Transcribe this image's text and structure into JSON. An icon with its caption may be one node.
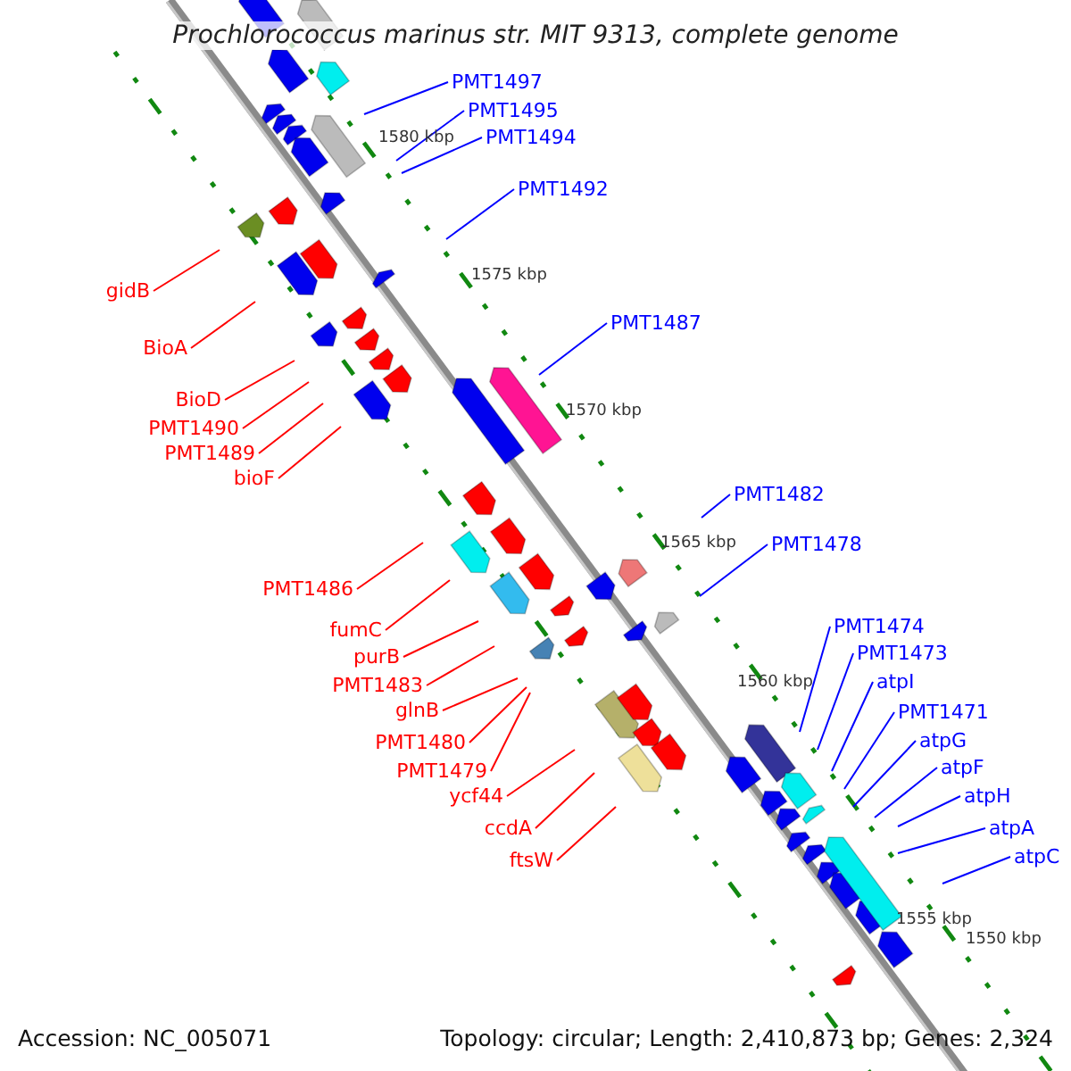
{
  "diagram": {
    "title": "Prochlorococcus marinus str. MIT 9313, complete genome",
    "nodes": [
      {
        "text": [
          "PMT1497"
        ]
      },
      {
        "text": [
          "PMT1495"
        ]
      },
      {
        "text": [
          "PMT1494"
        ]
      },
      {
        "text": [
          "PMT1492"
        ]
      },
      {
        "text": [
          "gidB"
        ]
      },
      {
        "text": [
          "PMT1487"
        ]
      },
      {
        "text": [
          "BioA"
        ]
      },
      {
        "text": [
          "BioD"
        ]
      },
      {
        "text": [
          "PMT1490"
        ]
      },
      {
        "text": [
          "PMT1489"
        ]
      },
      {
        "text": [
          "bioF"
        ]
      },
      {
        "text": [
          "PMT1482"
        ]
      },
      {
        "text": [
          "PMT1478"
        ]
      },
      {
        "text": [
          "PMT1486"
        ]
      },
      {
        "text": [
          "PMT1474"
        ]
      },
      {
        "text": [
          "fumC"
        ]
      },
      {
        "text": [
          "PMT1473"
        ]
      },
      {
        "text": [
          "purB"
        ]
      },
      {
        "text": [
          "atpI"
        ]
      },
      {
        "text": [
          "PMT1483"
        ]
      },
      {
        "text": [
          "PMT1471"
        ]
      },
      {
        "text": [
          "glnB"
        ]
      },
      {
        "text": [
          "atpG"
        ]
      },
      {
        "text": [
          "PMT1480"
        ]
      },
      {
        "text": [
          "atpF"
        ]
      },
      {
        "text": [
          "PMT1479"
        ]
      },
      {
        "text": [
          "atpH"
        ]
      },
      {
        "text": [
          "ycf44"
        ]
      },
      {
        "text": [
          "atpA"
        ]
      },
      {
        "text": [
          "ccdA"
        ]
      },
      {
        "text": [
          "atpC"
        ]
      },
      {
        "text": [
          "ftsW"
        ]
      }
    ],
    "edges": [
      {
        "from": 0,
        "to": null,
        "arrow": "none",
        "color": "#0000ff"
      },
      {
        "from": 1,
        "to": null,
        "arrow": "none",
        "color": "#0000ff"
      },
      {
        "from": 2,
        "to": null,
        "arrow": "none",
        "color": "#0000ff"
      },
      {
        "from": 3,
        "to": null,
        "arrow": "none",
        "color": "#0000ff"
      },
      {
        "from": 4,
        "to": null,
        "arrow": "none",
        "color": "#ff0000"
      },
      {
        "from": 5,
        "to": null,
        "arrow": "none",
        "color": "#0000ff"
      },
      {
        "from": 6,
        "to": null,
        "arrow": "none",
        "color": "#ff0000"
      },
      {
        "from": 7,
        "to": null,
        "arrow": "none",
        "color": "#ff0000"
      },
      {
        "from": 8,
        "to": null,
        "arrow": "none",
        "color": "#ff0000"
      },
      {
        "from": 9,
        "to": null,
        "arrow": "none",
        "color": "#ff0000"
      },
      {
        "from": 10,
        "to": null,
        "arrow": "none",
        "color": "#ff0000"
      },
      {
        "from": 11,
        "to": null,
        "arrow": "none",
        "color": "#0000ff"
      },
      {
        "from": 12,
        "to": null,
        "arrow": "none",
        "color": "#0000ff"
      },
      {
        "from": 13,
        "to": null,
        "arrow": "none",
        "color": "#ff0000"
      },
      {
        "from": 14,
        "to": null,
        "arrow": "none",
        "color": "#0000ff"
      },
      {
        "from": 15,
        "to": null,
        "arrow": "none",
        "color": "#ff0000"
      },
      {
        "from": 16,
        "to": null,
        "arrow": "none",
        "color": "#0000ff"
      },
      {
        "from": 17,
        "to": null,
        "arrow": "none",
        "color": "#ff0000"
      },
      {
        "from": 18,
        "to": null,
        "arrow": "none",
        "color": "#0000ff"
      },
      {
        "from": 19,
        "to": null,
        "arrow": "none",
        "color": "#ff0000"
      },
      {
        "from": 20,
        "to": null,
        "arrow": "none",
        "color": "#0000ff"
      },
      {
        "from": 21,
        "to": null,
        "arrow": "none",
        "color": "#ff0000"
      },
      {
        "from": 22,
        "to": null,
        "arrow": "none",
        "color": "#0000ff"
      },
      {
        "from": 23,
        "to": null,
        "arrow": "none",
        "color": "#ff0000"
      },
      {
        "from": 24,
        "to": null,
        "arrow": "none",
        "color": "#0000ff"
      },
      {
        "from": 25,
        "to": null,
        "arrow": "none",
        "color": "#ff0000"
      },
      {
        "from": 26,
        "to": null,
        "arrow": "none",
        "color": "#0000ff"
      },
      {
        "from": 27,
        "to": null,
        "arrow": "none",
        "color": "#ff0000"
      },
      {
        "from": 28,
        "to": null,
        "arrow": "none",
        "color": "#0000ff"
      },
      {
        "from": 29,
        "to": null,
        "arrow": "none",
        "color": "#ff0000"
      },
      {
        "from": 30,
        "to": null,
        "arrow": "none",
        "color": "#0000ff"
      },
      {
        "from": 31,
        "to": null,
        "arrow": "none",
        "color": "#ff0000"
      }
    ],
    "labels": [
      "1580 kbp",
      "1575 kbp",
      "1570 kbp",
      "1565 kbp",
      "1560 kbp",
      "1555 kbp",
      "1550 kbp",
      "Accession: NC_005071",
      "Topology: circular; Length: 2,410,873 bp; Genes: 2,324"
    ]
  }
}
